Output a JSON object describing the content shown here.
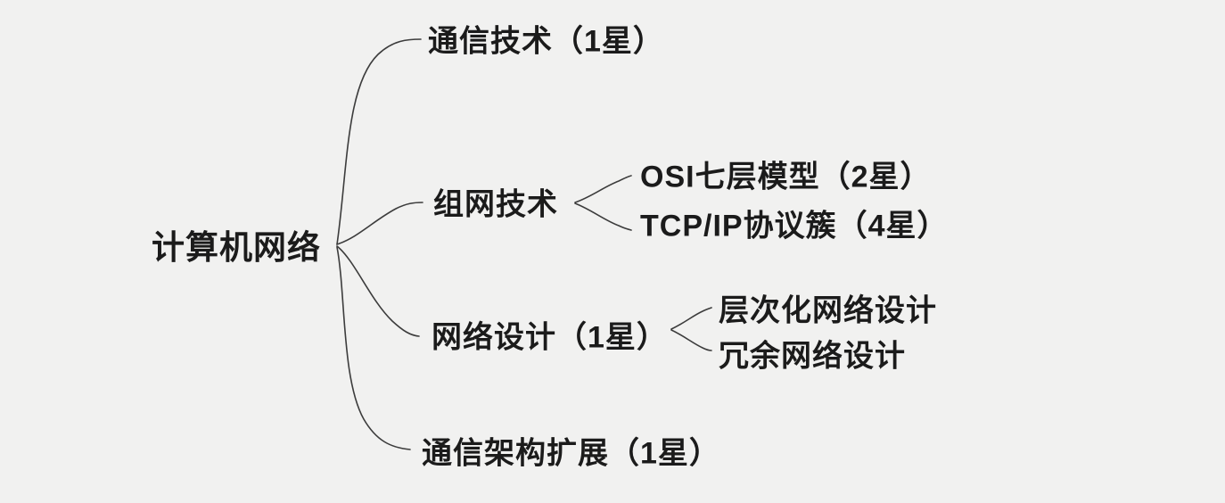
{
  "canvas": {
    "background_color": "#f1f1f0",
    "line_color": "#3c3c3c",
    "text_color": "#1b1b1b"
  },
  "mindmap": {
    "root": {
      "label": "计算机网络"
    },
    "branches": [
      {
        "label": "通信技术（1星）",
        "children": []
      },
      {
        "label": "组网技术",
        "children": [
          {
            "label": "OSI七层模型（2星）"
          },
          {
            "label": "TCP/IP协议簇（4星）"
          }
        ]
      },
      {
        "label": "网络设计（1星）",
        "children": [
          {
            "label": "层次化网络设计"
          },
          {
            "label": "冗余网络设计"
          }
        ]
      },
      {
        "label": "通信架构扩展（1星）",
        "children": []
      }
    ]
  }
}
